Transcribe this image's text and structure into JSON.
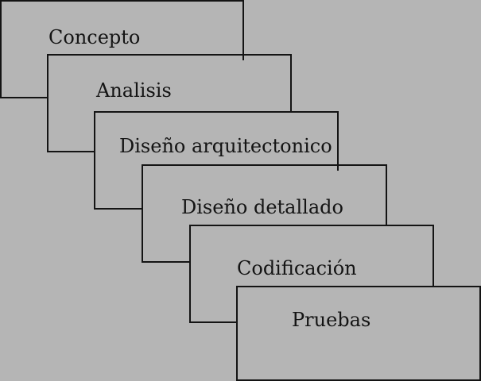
{
  "diagram": {
    "stages": [
      {
        "label": "Concepto"
      },
      {
        "label": "Analisis"
      },
      {
        "label": "Diseño arquitectonico"
      },
      {
        "label": "Diseño detallado"
      },
      {
        "label": "Codificación"
      },
      {
        "label": "Pruebas"
      }
    ]
  },
  "colors": {
    "background": "#b5b5b5",
    "stroke": "#141414",
    "text": "#141414"
  }
}
